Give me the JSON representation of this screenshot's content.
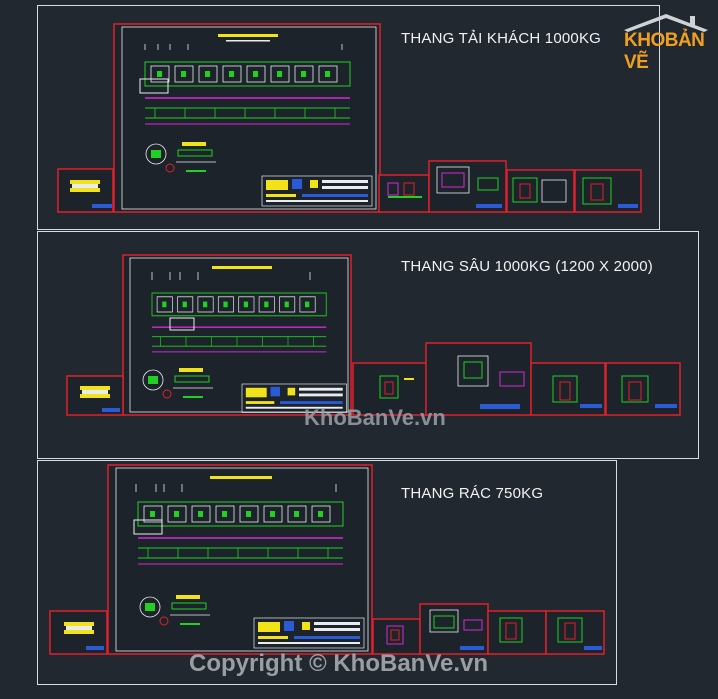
{
  "sections": [
    {
      "title": "THANG TẢI KHÁCH 1000KG"
    },
    {
      "title": "THANG SÂU 1000KG (1200 X 2000)"
    },
    {
      "title": "THANG RÁC 750KG"
    }
  ],
  "logo": {
    "text_a": "KHO",
    "text_b": "BẢN VẼ"
  },
  "watermark": {
    "center": "KhoBanVe.vn",
    "bottom": "Copyright © KhoBanVe.vn"
  },
  "colors": {
    "background": "#212830",
    "border_frame": "#e0202a",
    "drawing_green": "#21d021",
    "drawing_magenta": "#d22ad2",
    "title_yellow": "#f2e21a",
    "accent_orange": "#f0a021"
  }
}
